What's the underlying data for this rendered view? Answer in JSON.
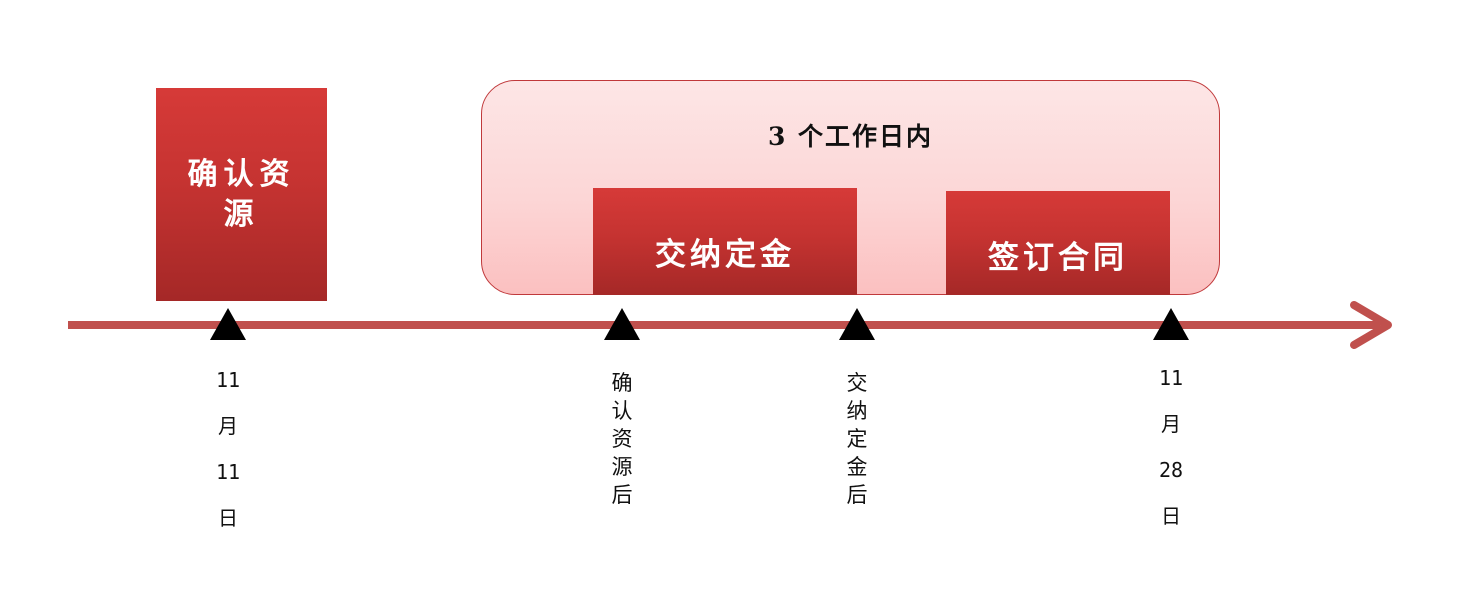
{
  "group": {
    "title": "3 个工作日内"
  },
  "steps": {
    "confirm": "确认资源",
    "deposit": "交纳定金",
    "contract": "签订合同"
  },
  "milestones": [
    {
      "line1": "11",
      "line2": "月",
      "line3": "11",
      "line4": "日"
    },
    {
      "text": "确认资源后"
    },
    {
      "text": "交纳定金后"
    },
    {
      "line1": "11",
      "line2": "月",
      "line3": "28",
      "line4": "日"
    }
  ],
  "colors": {
    "step_fill": "#c53331",
    "group_fill": "#fcd6d6",
    "group_border": "#c0393b",
    "timeline": "#c0504d",
    "marker": "#000000"
  }
}
